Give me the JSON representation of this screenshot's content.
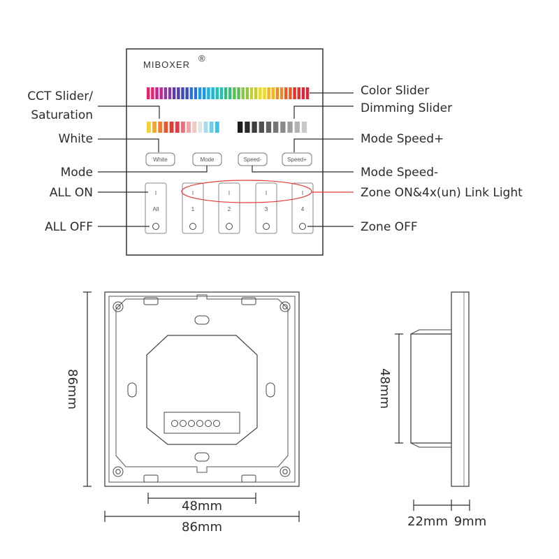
{
  "panel": {
    "brand": "MIBOXER",
    "brand_mark": "®",
    "buttons": {
      "white": "White",
      "mode": "Mode",
      "speed_minus": "Speed-",
      "speed_plus": "Speed+"
    },
    "on_glyph": "I",
    "zones": [
      "All",
      "1",
      "2",
      "3",
      "4"
    ]
  },
  "callouts": {
    "cct_slider_line1": "CCT Slider/",
    "cct_slider_line2": "Saturation",
    "white": "White",
    "mode": "Mode",
    "all_on": "ALL ON",
    "all_off": "ALL OFF",
    "color_slider": "Color Slider",
    "dimming_slider": "Dimming Slider",
    "mode_speed_plus": "Mode Speed+",
    "mode_speed_minus": "Mode Speed-",
    "zone_on": "Zone ON&4x(un) Link Light",
    "zone_off": "Zone OFF"
  },
  "dimensions": {
    "height": "86mm",
    "width": "86mm",
    "inner_width": "48mm",
    "side_height": "48mm",
    "side_depth": "22mm",
    "side_thickness": "9mm"
  },
  "colors": {
    "highlight_ellipse": "#e03b3b",
    "color_slider": [
      "#e4246b",
      "#c2268f",
      "#8e3aa5",
      "#5a3bb0",
      "#3b4bc2",
      "#2d72d6",
      "#1f98e0",
      "#1cb5d8",
      "#22c0b0",
      "#2fc07e",
      "#56c24d",
      "#8cc63f",
      "#c3cf35",
      "#ecd829",
      "#f6b424",
      "#f08a24",
      "#ea5a23",
      "#e3302a",
      "#e0263a"
    ],
    "cct_slider": [
      "#f0d23a",
      "#f3a72b",
      "#ef7d2a",
      "#e85a2c",
      "#e53a30",
      "#e53c4a",
      "#ee6f7a",
      "#f3a2a5",
      "#f4c8c0",
      "#dfe7e6",
      "#a9dce6",
      "#73cfe6",
      "#44bfe3"
    ],
    "dimming_slider": [
      "#1b1b1b",
      "#2b2b2b",
      "#3d3d3d",
      "#4f4f4f",
      "#626262",
      "#767676",
      "#8a8a8a",
      "#9e9e9e",
      "#b3b3b3",
      "#c8c8c8"
    ]
  }
}
